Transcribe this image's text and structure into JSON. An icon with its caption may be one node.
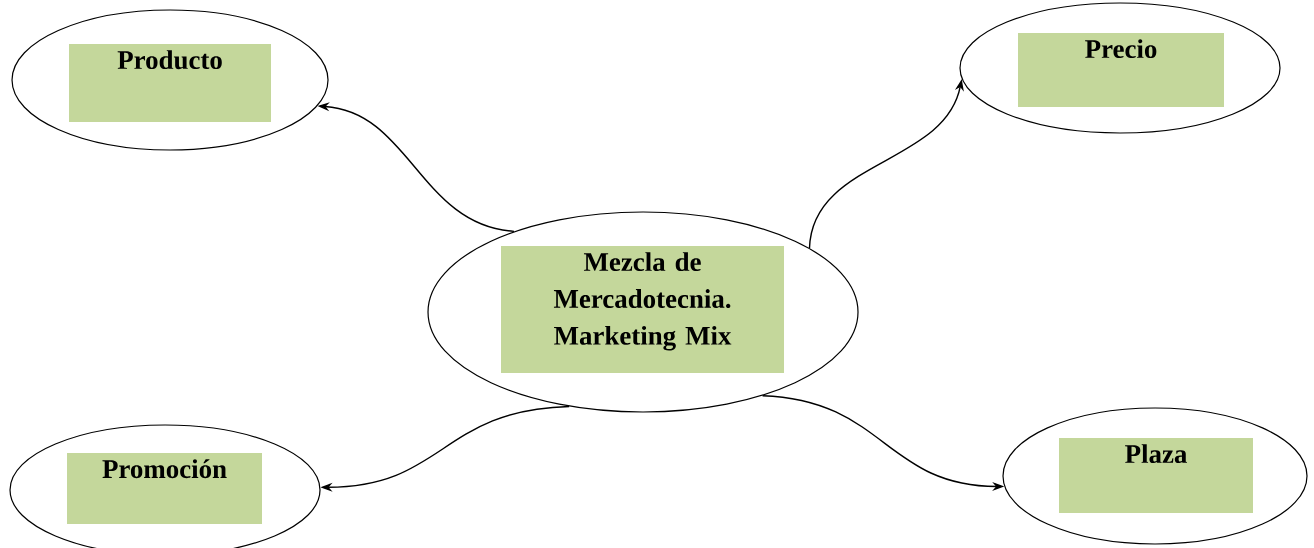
{
  "diagram": {
    "nodes": [
      {
        "text": [
          "Producto"
        ]
      },
      {
        "text": [
          "Precio"
        ]
      },
      {
        "text": [
          "Mezcla de Mercadotecnia. Marketing Mix"
        ]
      },
      {
        "text": [
          "Promoción"
        ]
      },
      {
        "text": [
          "Plaza"
        ]
      }
    ],
    "edges": [
      {
        "from": 2,
        "to": 0,
        "arrow": "to"
      },
      {
        "from": 2,
        "to": 1,
        "arrow": "to"
      },
      {
        "from": 2,
        "to": 3,
        "arrow": "to"
      },
      {
        "from": 2,
        "to": 4,
        "arrow": "to"
      }
    ]
  }
}
